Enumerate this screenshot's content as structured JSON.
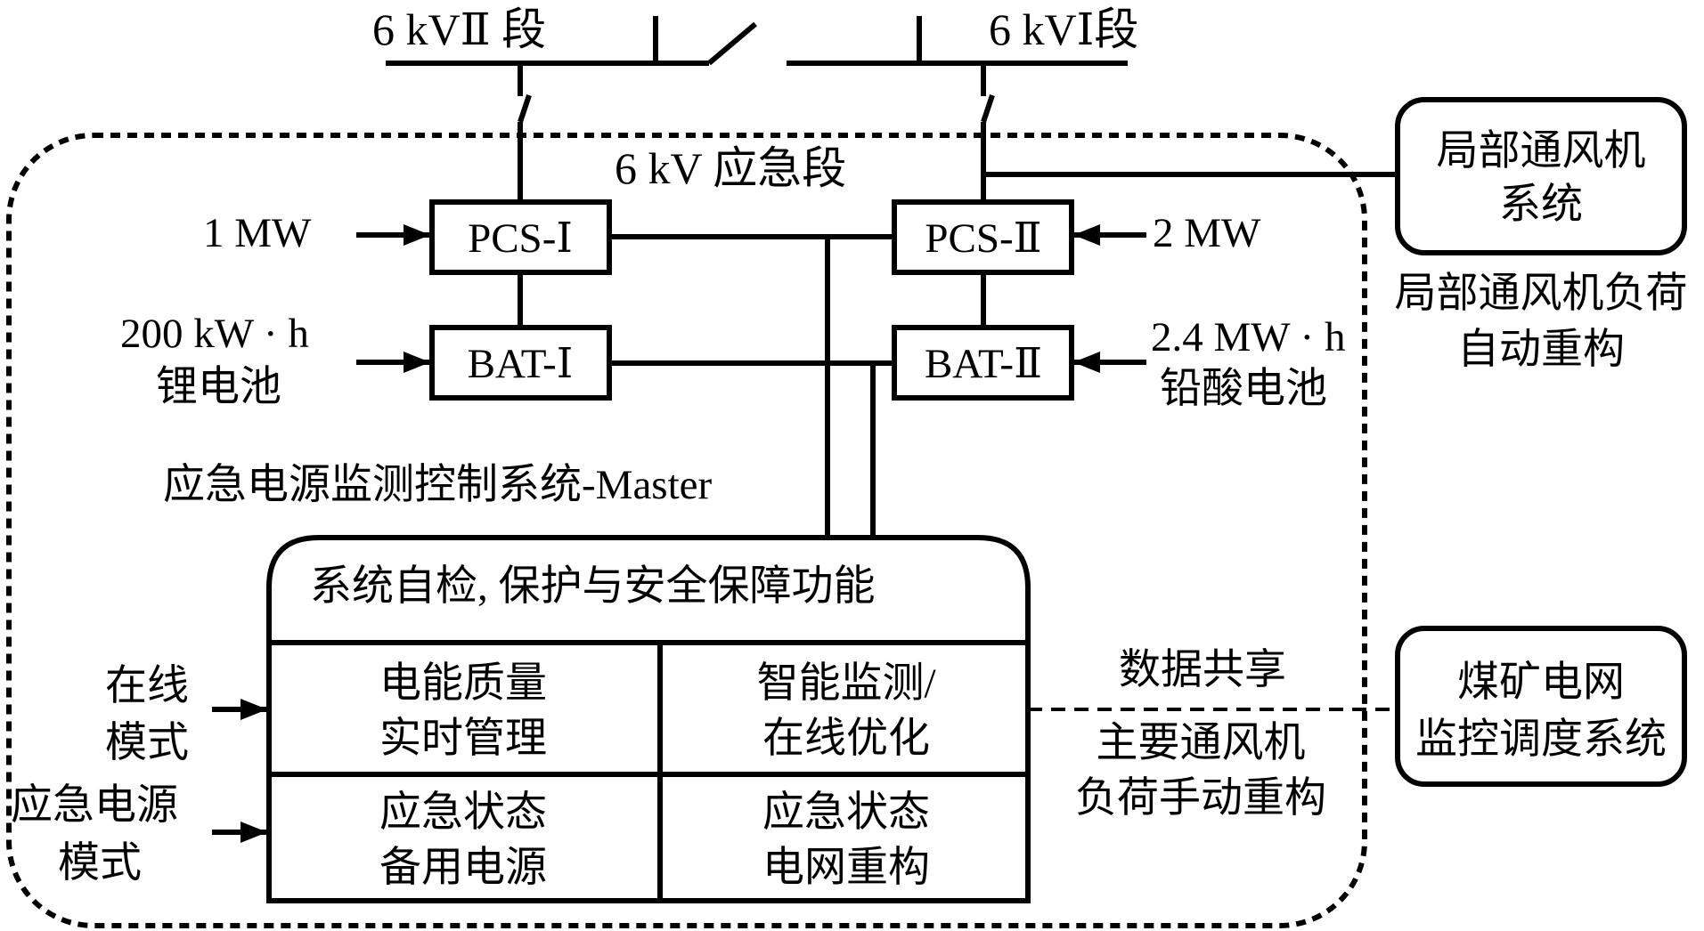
{
  "diagram": {
    "busbars": {
      "left_label": "6 kVⅡ 段",
      "right_label": "6 kVⅠ段",
      "emergency_label": "6 kV 应急段"
    },
    "pcs1": {
      "label": "PCS-Ⅰ",
      "input": "1 MW"
    },
    "pcs2": {
      "label": "PCS-Ⅱ",
      "input": "2 MW"
    },
    "bat1": {
      "label": "BAT-Ⅰ",
      "input_line1": "200 kW · h",
      "input_line2": "锂电池"
    },
    "bat2": {
      "label": "BAT-Ⅱ",
      "input_line1": "2.4 MW · h",
      "input_line2": "铅酸电池"
    },
    "fan_system": {
      "line1": "局部通风机",
      "line2": "系统",
      "caption_line1": "局部通风机负荷",
      "caption_line2": "自动重构"
    },
    "master_label": "应急电源监测控制系统-Master",
    "control_box": {
      "header": "系统自检, 保护与安全保障功能",
      "cells": [
        {
          "line1": "电能质量",
          "line2": "实时管理"
        },
        {
          "line1": "智能监测/",
          "line2": "在线优化"
        },
        {
          "line1": "应急状态",
          "line2": "备用电源"
        },
        {
          "line1": "应急状态",
          "line2": "电网重构"
        }
      ]
    },
    "modes": {
      "online_line1": "在线",
      "online_line2": "模式",
      "emergency_line1": "应急电源",
      "emergency_line2": "模式"
    },
    "data_link": {
      "label": "数据共享",
      "caption_line1": "主要通风机",
      "caption_line2": "负荷手动重构"
    },
    "grid_system": {
      "line1": "煤矿电网",
      "line2": "监控调度系统"
    }
  }
}
